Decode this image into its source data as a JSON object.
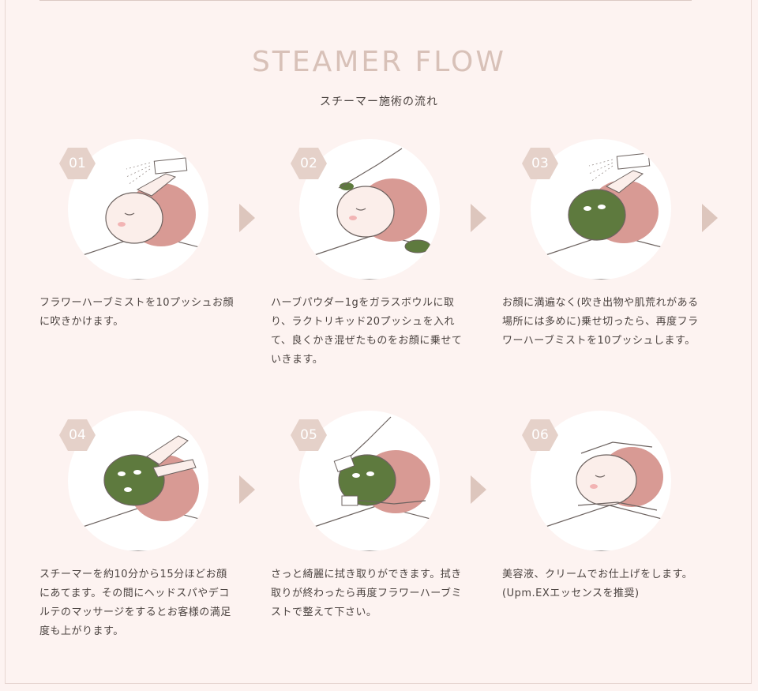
{
  "title": "STEAMER FLOW",
  "subtitle": "スチーマー施術の流れ",
  "colors": {
    "background": "#fdf3f1",
    "badge": "#e5d1c9",
    "arrow": "#ddc6bd",
    "heading": "#d8c1b8",
    "towel": "#d89a94",
    "mask": "#5e7a3e"
  },
  "steps": [
    {
      "num": "01",
      "text": "フラワーハーブミストを10プッシュお顔に吹きかけます。",
      "icon": "mist-spray-illustration"
    },
    {
      "num": "02",
      "text": "ハーブパウダー1gをガラスボウルに取り、ラクトリキッド20プッシュを入れて、良くかき混ぜたものをお顔に乗せていきます。",
      "icon": "apply-paste-illustration"
    },
    {
      "num": "03",
      "text": "お顔に満遍なく(吹き出物や肌荒れがある場所には多めに)乗せ切ったら、再度フラワーハーブミストを10プッシュします。",
      "icon": "mist-on-mask-illustration"
    },
    {
      "num": "04",
      "text": "スチーマーを約10分から15分ほどお顔にあてます。その間にヘッドスパやデコルテのマッサージをするとお客様の満足度も上がります。",
      "icon": "steam-massage-illustration"
    },
    {
      "num": "05",
      "text": "さっと綺麗に拭き取りができます。拭き取りが終わったら再度フラワーハーブミストで整えて下さい。",
      "icon": "wipe-off-illustration"
    },
    {
      "num": "06",
      "text": "美容液、クリームでお仕上げをします。(Upm.EXエッセンスを推奨)",
      "icon": "finishing-cream-illustration"
    }
  ]
}
